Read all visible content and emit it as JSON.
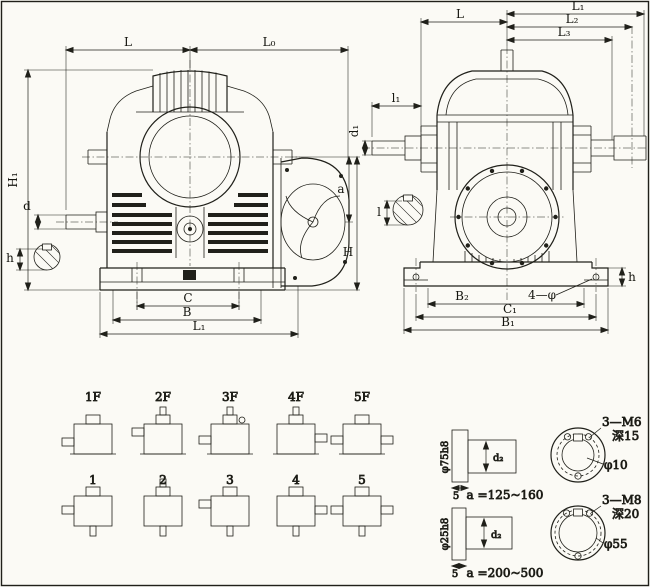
{
  "left_view": {
    "L": "L",
    "L0": "L₀",
    "H1": "H₁",
    "d": "d",
    "h": "h",
    "C": "C",
    "B": "B",
    "L1": "L₁",
    "a": "a",
    "H": "H"
  },
  "front_view": {
    "L1": "L₁",
    "L": "L",
    "L2": "L₂",
    "L3": "L₃",
    "l1": "l₁",
    "d1": "d₁",
    "l": "l",
    "B2": "B₂",
    "C1": "C₁",
    "B1": "B₁",
    "four_phi": "4—φ",
    "h": "h"
  },
  "variants": {
    "row1": [
      "1F",
      "2F",
      "3F",
      "4F",
      "5F"
    ],
    "row2": [
      "1",
      "2",
      "3",
      "4",
      "5"
    ]
  },
  "shaft_details": [
    {
      "dia": "φ75h8",
      "step": "5",
      "d2": "d₂",
      "range": "a =125~160",
      "tap": "3—M6",
      "tap_depth": "深15",
      "hole": "φ10"
    },
    {
      "dia": "φ25h8",
      "step": "5",
      "d2": "d₂",
      "range": "a =200~500",
      "tap": "3—M8",
      "tap_depth": "深20",
      "hole": "φ55"
    }
  ]
}
